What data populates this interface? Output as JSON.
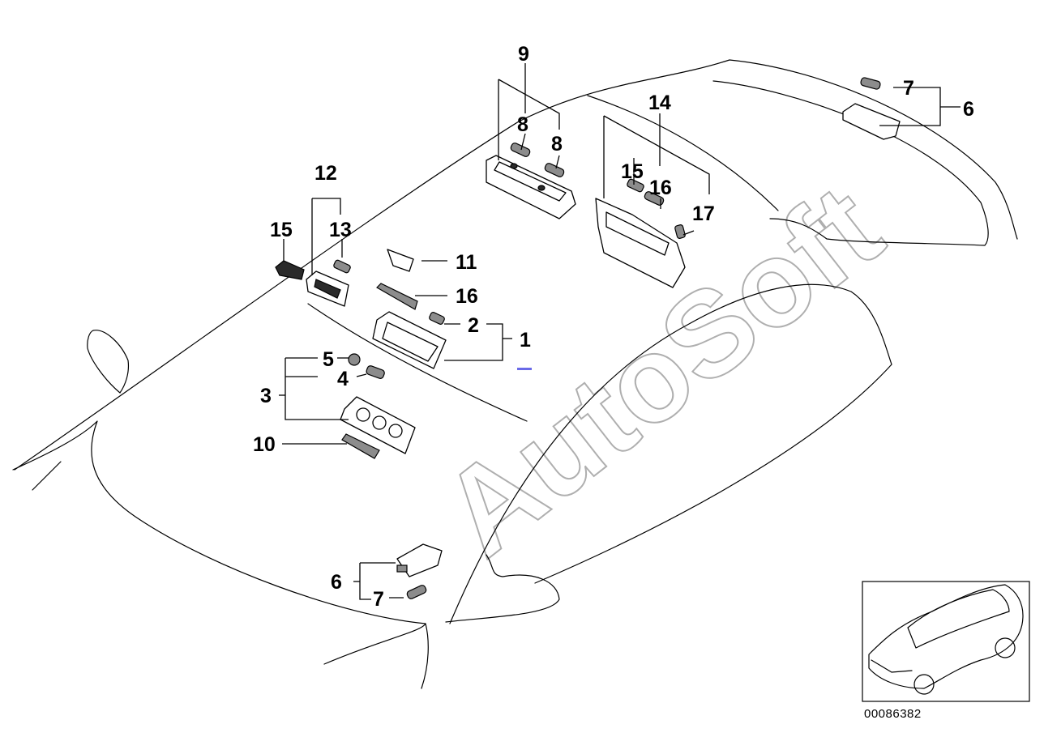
{
  "diagram": {
    "callouts": [
      "9",
      "8",
      "8",
      "7",
      "6",
      "14",
      "15",
      "16",
      "17",
      "12",
      "15",
      "13",
      "11",
      "16",
      "2",
      "1",
      "5",
      "4",
      "3",
      "10",
      "6",
      "7"
    ],
    "watermark": "AutoSoft",
    "document_number": "00086382",
    "accent_color": "#6a6ae8"
  }
}
